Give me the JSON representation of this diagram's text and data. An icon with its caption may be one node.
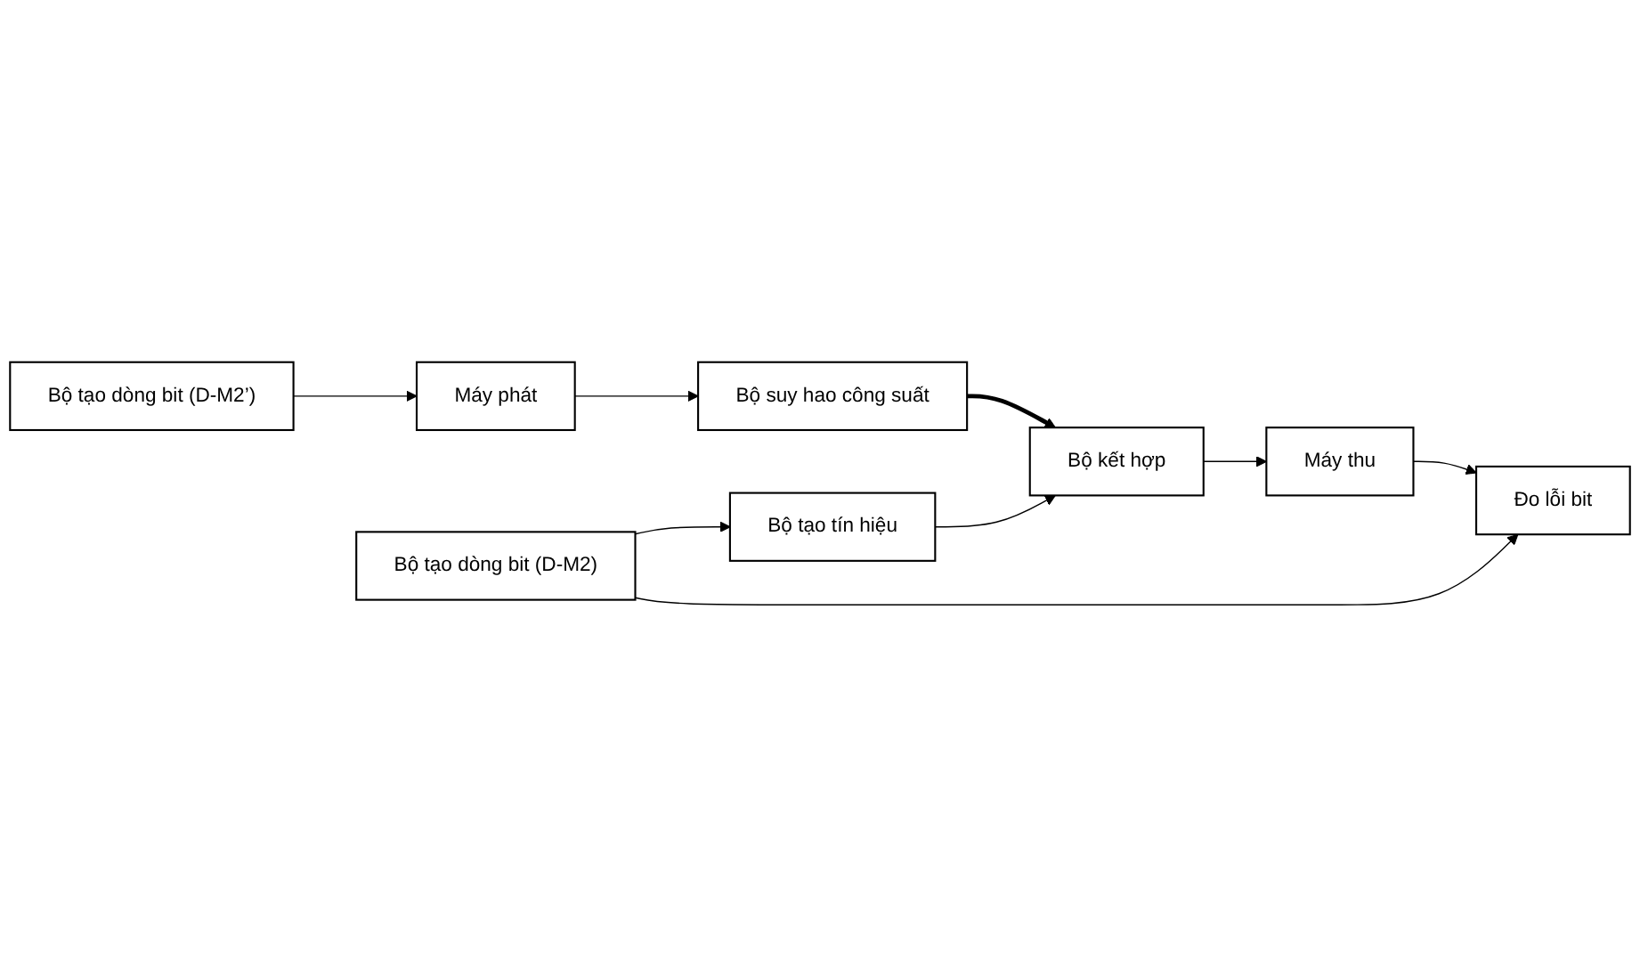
{
  "diagram": {
    "nodes": [
      {
        "text": [
          "Bộ tạo dòng bit (D-M2’)"
        ]
      },
      {
        "text": [
          "Bộ suy hao công suất"
        ]
      },
      {
        "text": [
          "Máy phát"
        ]
      },
      {
        "text": [
          "Bộ tạo tín hiệu"
        ]
      },
      {
        "text": [
          "Bộ kết hợp"
        ]
      },
      {
        "text": [
          "Máy thu"
        ]
      },
      {
        "text": [
          "Bộ tạo dòng bit (D-M2)"
        ]
      },
      {
        "text": [
          "Đo lỗi bit"
        ]
      }
    ],
    "edges": [
      {
        "from": 0,
        "to": 2,
        "arrow": "to"
      },
      {
        "from": 2,
        "to": 1,
        "arrow": "to"
      },
      {
        "from": 1,
        "to": 4,
        "arrow": "to",
        "style": "thick"
      },
      {
        "from": 3,
        "to": 4,
        "arrow": "to"
      },
      {
        "from": 4,
        "to": 5,
        "arrow": "to"
      },
      {
        "from": 5,
        "to": 7,
        "arrow": "to"
      },
      {
        "from": 6,
        "to": 3,
        "arrow": "to"
      },
      {
        "from": 6,
        "to": 7,
        "arrow": "to"
      }
    ]
  }
}
